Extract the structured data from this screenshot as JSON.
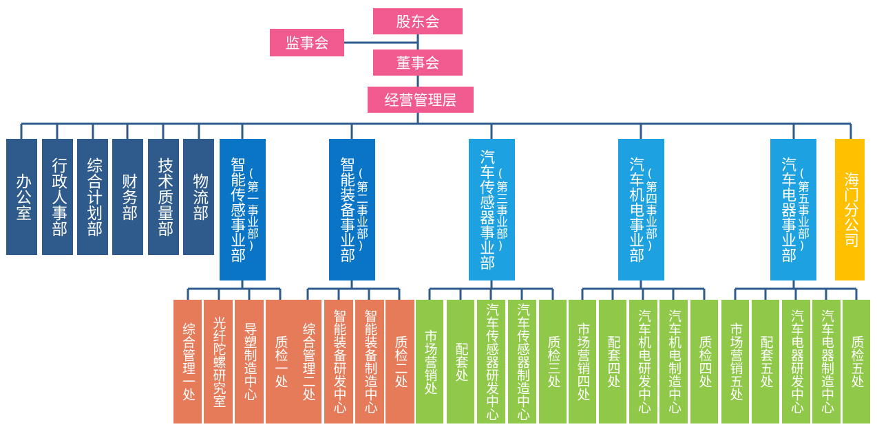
{
  "top": {
    "shareholders": "股东会",
    "supervisors": "监事会",
    "board": "董事会",
    "management": "经营管理层"
  },
  "departments": [
    "办公室",
    "行政人事部",
    "综合计划部",
    "财务部",
    "技术质量部",
    "物流部"
  ],
  "units": [
    {
      "name": "智能传感事业部",
      "sub": "(第一事业部)"
    },
    {
      "name": "智能装备事业部",
      "sub": "(第二事业部)"
    },
    {
      "name": "汽车传感器事业部",
      "sub": "(第三事业部)"
    },
    {
      "name": "汽车机电事业部",
      "sub": "(第四事业部)"
    },
    {
      "name": "汽车电器事业部",
      "sub": "(第五事业部)"
    },
    {
      "name": "海门分公司"
    }
  ],
  "offices": {
    "u1": [
      "综合管理一处",
      "光纤陀螺研究室",
      "导塑制造中心",
      "质检一处"
    ],
    "u2": [
      "综合管理二处",
      "智能装备研发中心",
      "智能装备制造中心",
      "质检二处"
    ],
    "u3": [
      "市场营销处",
      "配套处",
      "汽车传感器研发中心",
      "汽车传感器制造中心",
      "质检三处"
    ],
    "u4": [
      "市场营销四处",
      "配套四处",
      "汽车机电研发中心",
      "汽车机电制造中心",
      "质检四处"
    ],
    "u5": [
      "市场营销五处",
      "配套五处",
      "汽车电器研发中心",
      "汽车电器制造中心",
      "质检五处"
    ]
  },
  "colors": {
    "top": "#f05a8e",
    "department": "#2f5b8c",
    "unit_dark": "#0a74c7",
    "unit_light": "#1da1e0",
    "branch": "#ffc000",
    "office_orange": "#e67b5a",
    "office_green": "#90c84a",
    "connector": "#2f5b8c"
  }
}
